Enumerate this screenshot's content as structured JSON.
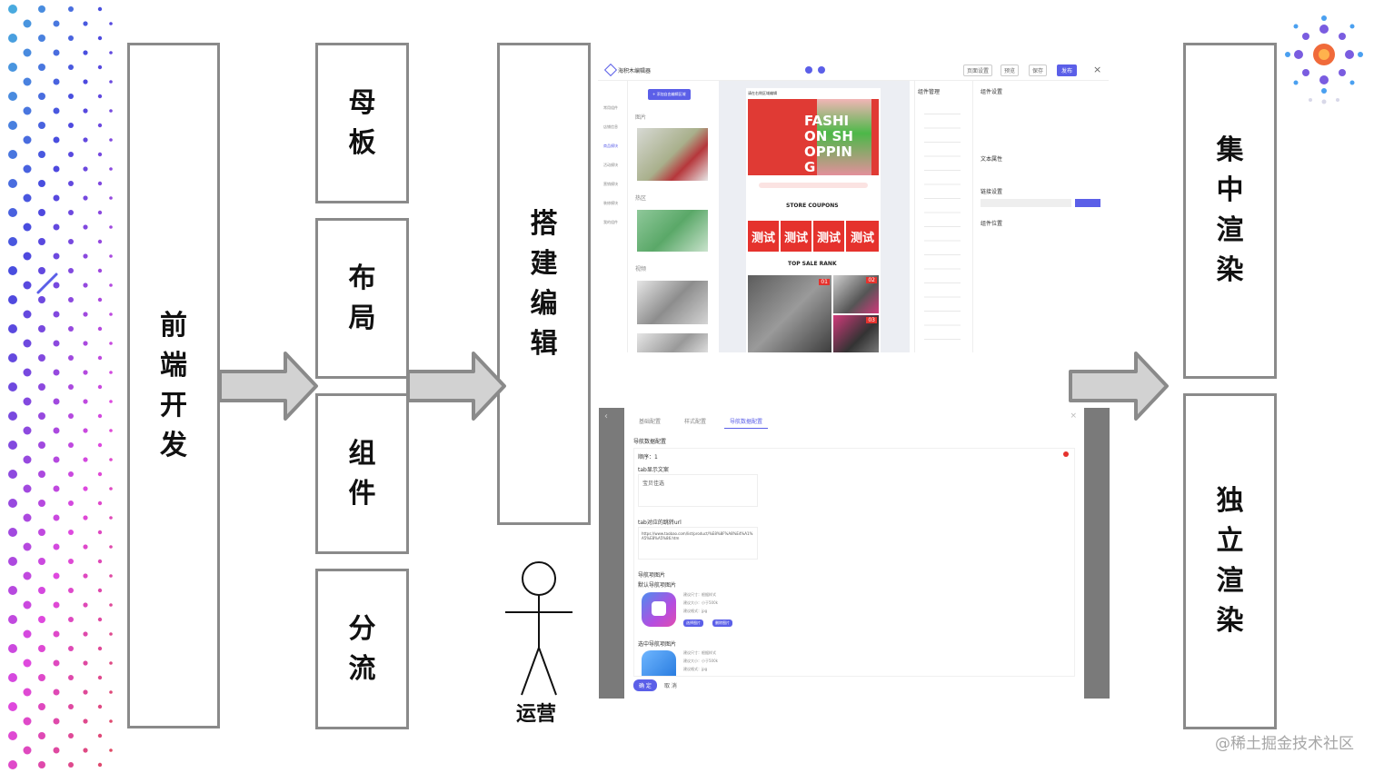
{
  "boxes": {
    "frontend": "前端开发",
    "template": "母板",
    "layout": "布局",
    "component": "组件",
    "split": "分流",
    "build": "搭建编辑",
    "central": "集中渲染",
    "independent": "独立渲染"
  },
  "operator_label": "运营",
  "watermark": "@稀土掘金技术社区",
  "editor": {
    "title": "海积木编辑器",
    "add_button": "+ 添加自由编辑区域",
    "page_title": "请在右侧区域编辑",
    "banner_text": "FASHION SHOPPING",
    "coupon_title": "STORE COUPONS",
    "coupon_tile": "测试",
    "rank_title": "TOP SALE RANK",
    "rank_nums": [
      "01",
      "02",
      "03"
    ],
    "panel_components": "组件管理",
    "panel_settings": "组件设置",
    "panel_text_attr": "文本属性",
    "panel_link": "链接设置",
    "panel_position": "组件位置",
    "toolbar": [
      "页面设置",
      "预览",
      "保存",
      "发布"
    ],
    "left_items": [
      "常用组件",
      "店铺信息",
      "商品模块",
      "活动模块",
      "营销模块",
      "装修模块",
      "我的组件"
    ],
    "sections": [
      "图片",
      "热区",
      "视频"
    ]
  },
  "config": {
    "tabs": [
      "基础配置",
      "样式配置",
      "导航数据配置"
    ],
    "section_title": "导航数据配置",
    "order_label": "顺序：1",
    "tab_text_label": "tab显示文案",
    "tab_text_value": "宝贝佳选",
    "tab_url_label": "tab对应的跳转url",
    "tab_url_value": "https://www.taobao.com/list/product/%E8%8F%A8%E4%A1%A5%E8%A5%86.htm",
    "nav_image_label": "导航项图片",
    "default_image_label": "默认导航项图片",
    "selected_image_label": "选中导航项图片",
    "img_info": [
      "建议尺寸：根据样式",
      "建议大小：小于500k",
      "建议格式：jpg"
    ],
    "btn_select": "选择图片",
    "btn_delete": "删除图片",
    "confirm": "确 定",
    "cancel": "取 消"
  },
  "colors": {
    "box_border": "#8a8a8a",
    "arrow_fill": "#d2d2d2",
    "arrow_stroke": "#8a8a8a",
    "accent": "#5b5fe8",
    "red": "#e5322d"
  }
}
